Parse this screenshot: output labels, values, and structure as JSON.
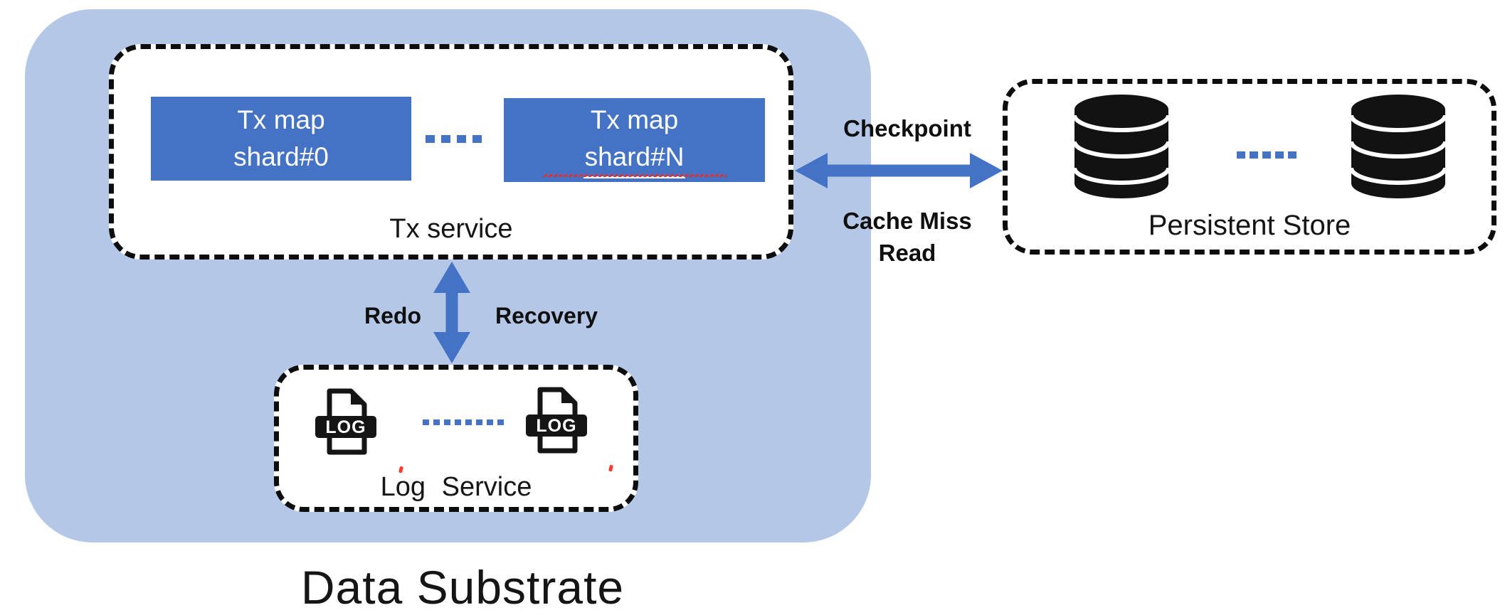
{
  "title": "Data Substrate",
  "colors": {
    "container_fill": "#b4c7e7",
    "accent_blue": "#4472c4",
    "box_text_white": "#ffffff",
    "label_black": "#151515",
    "spellcheck_red": "#ff2619"
  },
  "tx_service": {
    "label": "Tx service",
    "shards": [
      {
        "line1": "Tx map",
        "line2": "shard#0"
      },
      {
        "line1": "Tx map",
        "line2": "shard#N"
      }
    ],
    "ellipsis_dash_count": 4
  },
  "log_service": {
    "label": "Log Service",
    "icon": "log-file-icon",
    "icon_label": "LOG",
    "icon_count": 2,
    "ellipsis_dash_count": 8
  },
  "persistent_store": {
    "label": "Persistent Store",
    "icon": "database-cylinder-icon",
    "icon_count": 2,
    "ellipsis_dash_count": 5
  },
  "arrows": {
    "tx_persistent": {
      "type": "horizontal-bidirectional",
      "label_above": "Checkpoint",
      "label_below_line1": "Cache Miss",
      "label_below_line2": "Read"
    },
    "tx_log": {
      "type": "vertical-bidirectional",
      "label_left": "Redo",
      "label_right": "Recovery"
    }
  }
}
